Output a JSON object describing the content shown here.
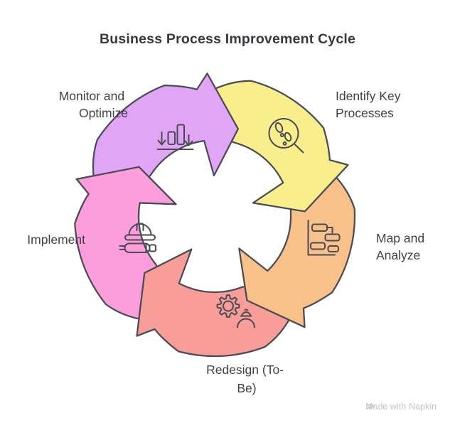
{
  "title": "Business Process Improvement Cycle",
  "watermark": {
    "prefix": "Made with",
    "brand": "Napkin"
  },
  "colors": {
    "background": "#FFFFFF",
    "stroke": "#4A4B55",
    "title_text": "#39393D",
    "label_text": "#3F4246",
    "watermark_text": "#C6C6C6"
  },
  "segments": [
    {
      "id": "identify",
      "label": "Identify Key Processes",
      "label_lines": [
        "Identify Key",
        "Processes"
      ],
      "color": "#F8EE8C",
      "icon": "magnifier-footprints-icon"
    },
    {
      "id": "map",
      "label": "Map and Analyze",
      "label_lines": [
        "Map and",
        "Analyze"
      ],
      "color": "#F8C189",
      "icon": "flowchart-blocks-icon"
    },
    {
      "id": "redesign",
      "label": "Redesign (To-Be)",
      "label_lines": [
        "Redesign (To-",
        "Be)"
      ],
      "color": "#F89D98",
      "icon": "gear-worker-icon"
    },
    {
      "id": "implement",
      "label": "Implement",
      "label_lines": [
        "Implement"
      ],
      "color": "#FC9EDC",
      "icon": "hardhat-blueprint-icon"
    },
    {
      "id": "monitor",
      "label": "Monitor and Optimize",
      "label_lines": [
        "Monitor and",
        "Optimize"
      ],
      "color": "#E1A5F6",
      "icon": "bar-chart-arrows-icon"
    }
  ]
}
